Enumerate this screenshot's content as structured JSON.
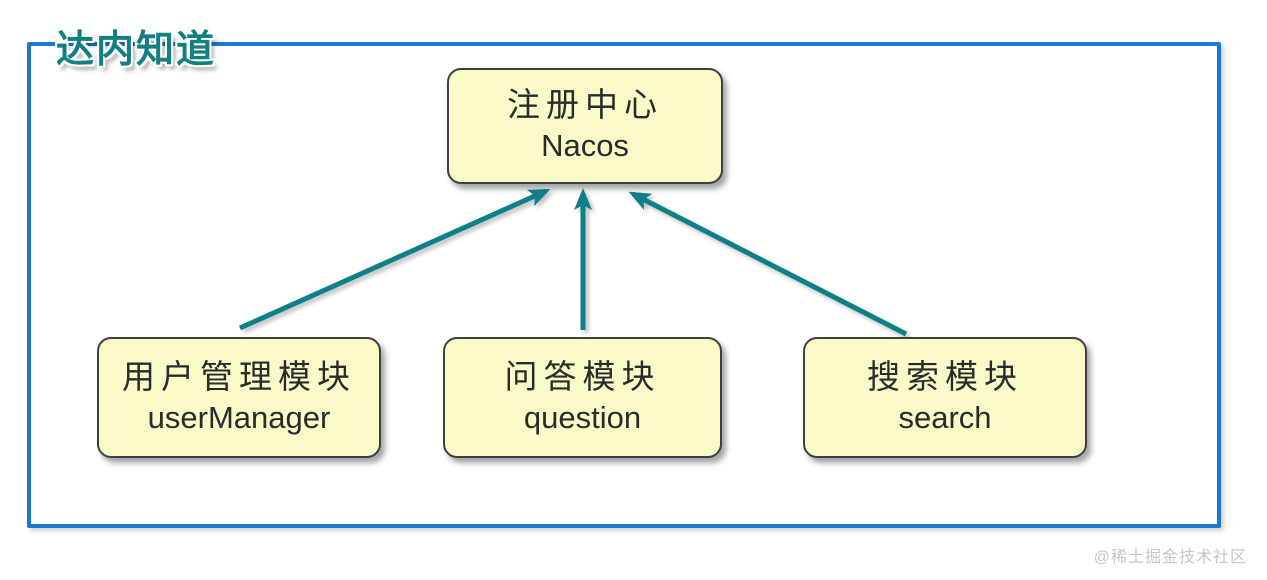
{
  "page": {
    "title": "达内知道",
    "watermark": "@稀土掘金技术社区"
  },
  "colors": {
    "frame_border": "#1c76d4",
    "node_fill": "#fafac8",
    "node_border": "#3f3f3f",
    "node_text": "#2b2b2b",
    "arrow": "#0e8089",
    "title_text": "#128083",
    "watermark_text": "#c6c6c6",
    "background": "#ffffff"
  },
  "diagram": {
    "nodes": [
      {
        "id": "nacos",
        "line1": "注册中心",
        "line2": "Nacos"
      },
      {
        "id": "userManager",
        "line1": "用户管理模块",
        "line2": "userManager"
      },
      {
        "id": "question",
        "line1": "问答模块",
        "line2": "question"
      },
      {
        "id": "search",
        "line1": "搜索模块",
        "line2": "search"
      }
    ],
    "edges": [
      {
        "from": "userManager",
        "to": "nacos"
      },
      {
        "from": "question",
        "to": "nacos"
      },
      {
        "from": "search",
        "to": "nacos"
      }
    ]
  }
}
